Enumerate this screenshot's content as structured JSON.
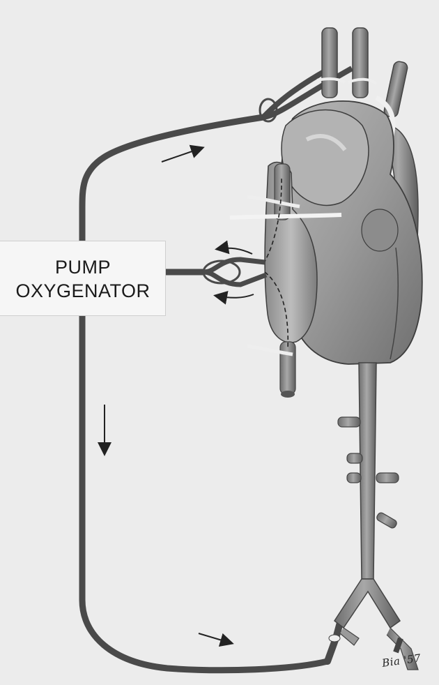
{
  "label": {
    "line1": "PUMP",
    "line2": "OXYGENATOR"
  },
  "signature": "Bia '57",
  "colors": {
    "background": "#ececec",
    "tubing": "#4a4a4a",
    "tissue": "#9c9c9c",
    "tissue_dark": "#6e6e6e",
    "arrow": "#222222"
  },
  "icons": [
    "arrow-right-icon",
    "arrow-down-icon",
    "arrow-left-icon"
  ]
}
